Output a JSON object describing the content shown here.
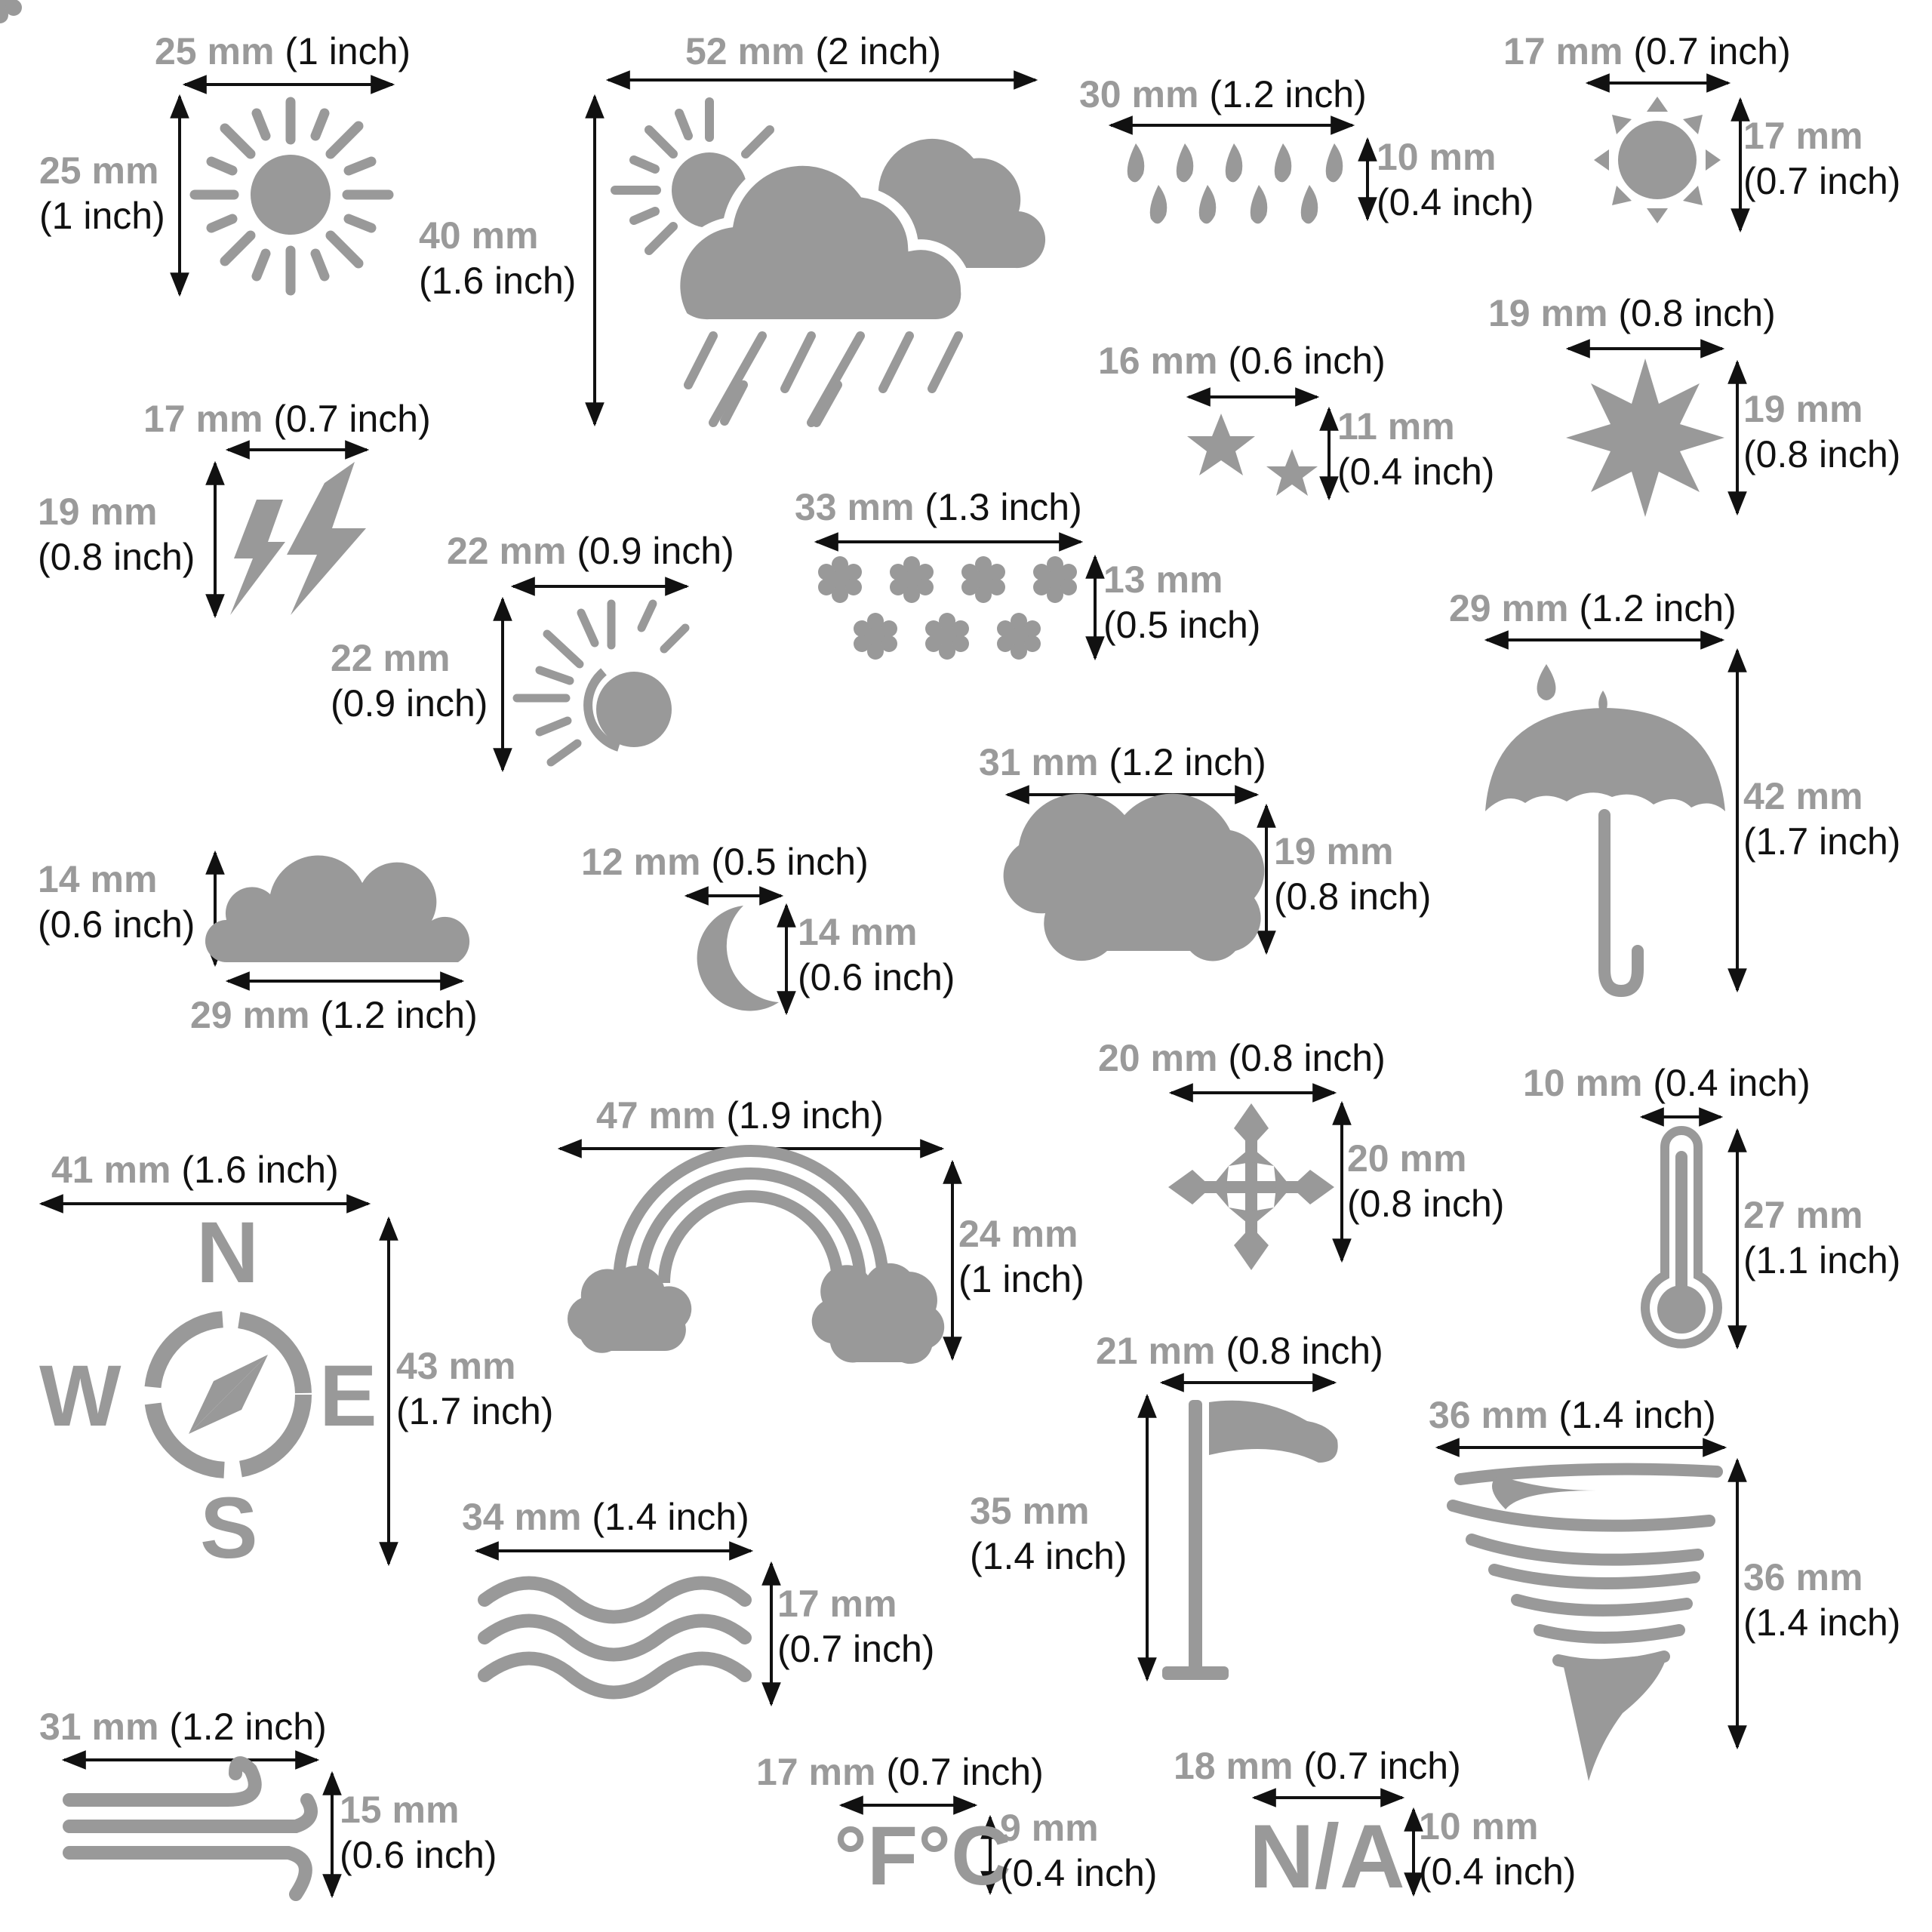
{
  "colors": {
    "icon": "#999999",
    "mm_text": "#9a9a9a",
    "inch_text": "#111111",
    "arrow": "#111111"
  },
  "stencils": [
    {
      "id": "sun",
      "icon": "sun-icon",
      "width": {
        "mm": "25 mm",
        "inch": "(1 inch)"
      },
      "height": {
        "mm": "25 mm",
        "inch": "(1 inch)"
      }
    },
    {
      "id": "sun-cloud-rain",
      "icon": "sun-cloud-rain-icon",
      "width": {
        "mm": "52 mm",
        "inch": "(2 inch)"
      },
      "height": {
        "mm": "40 mm",
        "inch": "(1.6 inch)"
      }
    },
    {
      "id": "raindrops",
      "icon": "raindrops-icon",
      "width": {
        "mm": "30 mm",
        "inch": "(1.2 inch)"
      },
      "height": {
        "mm": "10 mm",
        "inch": "(0.4 inch)"
      }
    },
    {
      "id": "small-sun",
      "icon": "small-sun-icon",
      "width": {
        "mm": "17 mm",
        "inch": "(0.7 inch)"
      },
      "height": {
        "mm": "17 mm",
        "inch": "(0.7 inch)"
      }
    },
    {
      "id": "stars",
      "icon": "stars-icon",
      "width": {
        "mm": "16 mm",
        "inch": "(0.6 inch)"
      },
      "height": {
        "mm": "11 mm",
        "inch": "(0.4 inch)"
      }
    },
    {
      "id": "star-burst",
      "icon": "eight-point-star-icon",
      "width": {
        "mm": "19 mm",
        "inch": "(0.8 inch)"
      },
      "height": {
        "mm": "19 mm",
        "inch": "(0.8 inch)"
      }
    },
    {
      "id": "lightning",
      "icon": "lightning-icon",
      "width": {
        "mm": "17 mm",
        "inch": "(0.7 inch)"
      },
      "height": {
        "mm": "19 mm",
        "inch": "(0.8 inch)"
      }
    },
    {
      "id": "snowflakes",
      "icon": "snowflakes-icon",
      "width": {
        "mm": "33 mm",
        "inch": "(1.3 inch)"
      },
      "height": {
        "mm": "13 mm",
        "inch": "(0.5 inch)"
      }
    },
    {
      "id": "sun-moon",
      "icon": "sun-moon-icon",
      "width": {
        "mm": "22 mm",
        "inch": "(0.9 inch)"
      },
      "height": {
        "mm": "22 mm",
        "inch": "(0.9 inch)"
      }
    },
    {
      "id": "umbrella",
      "icon": "umbrella-icon",
      "width": {
        "mm": "29 mm",
        "inch": "(1.2 inch)"
      },
      "height": {
        "mm": "42 mm",
        "inch": "(1.7 inch)"
      }
    },
    {
      "id": "big-cloud",
      "icon": "cloud-icon",
      "width": {
        "mm": "31 mm",
        "inch": "(1.2 inch)"
      },
      "height": {
        "mm": "19 mm",
        "inch": "(0.8 inch)"
      }
    },
    {
      "id": "small-cloud",
      "icon": "small-cloud-icon",
      "width": {
        "mm": "29 mm",
        "inch": "(1.2 inch)"
      },
      "height": {
        "mm": "14 mm",
        "inch": "(0.6 inch)"
      }
    },
    {
      "id": "moon",
      "icon": "crescent-moon-icon",
      "width": {
        "mm": "12 mm",
        "inch": "(0.5 inch)"
      },
      "height": {
        "mm": "14 mm",
        "inch": "(0.6 inch)"
      }
    },
    {
      "id": "rainbow",
      "icon": "rainbow-icon",
      "width": {
        "mm": "47 mm",
        "inch": "(1.9 inch)"
      },
      "height": {
        "mm": "24 mm",
        "inch": "(1 inch)"
      }
    },
    {
      "id": "snowflake",
      "icon": "snowflake-icon",
      "width": {
        "mm": "20 mm",
        "inch": "(0.8 inch)"
      },
      "height": {
        "mm": "20 mm",
        "inch": "(0.8 inch)"
      }
    },
    {
      "id": "thermometer",
      "icon": "thermometer-icon",
      "width": {
        "mm": "10 mm",
        "inch": "(0.4 inch)"
      },
      "height": {
        "mm": "27 mm",
        "inch": "(1.1 inch)"
      }
    },
    {
      "id": "compass",
      "icon": "compass-icon",
      "width": {
        "mm": "41 mm",
        "inch": "(1.6 inch)"
      },
      "height": {
        "mm": "43 mm",
        "inch": "(1.7 inch)"
      },
      "letters": {
        "n": "N",
        "w": "W",
        "e": "E",
        "s": "S"
      }
    },
    {
      "id": "flag",
      "icon": "wind-flag-icon",
      "width": {
        "mm": "21 mm",
        "inch": "(0.8 inch)"
      },
      "height": {
        "mm": "35 mm",
        "inch": "(1.4 inch)"
      }
    },
    {
      "id": "tornado",
      "icon": "tornado-icon",
      "width": {
        "mm": "36 mm",
        "inch": "(1.4 inch)"
      },
      "height": {
        "mm": "36 mm",
        "inch": "(1.4 inch)"
      }
    },
    {
      "id": "waves",
      "icon": "waves-icon",
      "width": {
        "mm": "34 mm",
        "inch": "(1.4 inch)"
      },
      "height": {
        "mm": "17 mm",
        "inch": "(0.7 inch)"
      }
    },
    {
      "id": "wind",
      "icon": "wind-icon",
      "width": {
        "mm": "31 mm",
        "inch": "(1.2 inch)"
      },
      "height": {
        "mm": "15 mm",
        "inch": "(0.6 inch)"
      }
    },
    {
      "id": "fc",
      "icon": "fahrenheit-celsius-icon",
      "width": {
        "mm": "17 mm",
        "inch": "(0.7 inch)"
      },
      "height": {
        "mm": "9 mm",
        "inch": "(0.4 inch)"
      },
      "text": "°F°C"
    },
    {
      "id": "na",
      "icon": "not-available-icon",
      "width": {
        "mm": "18 mm",
        "inch": "(0.7 inch)"
      },
      "height": {
        "mm": "10 mm",
        "inch": "(0.4 inch)"
      },
      "text": "N/A"
    }
  ]
}
